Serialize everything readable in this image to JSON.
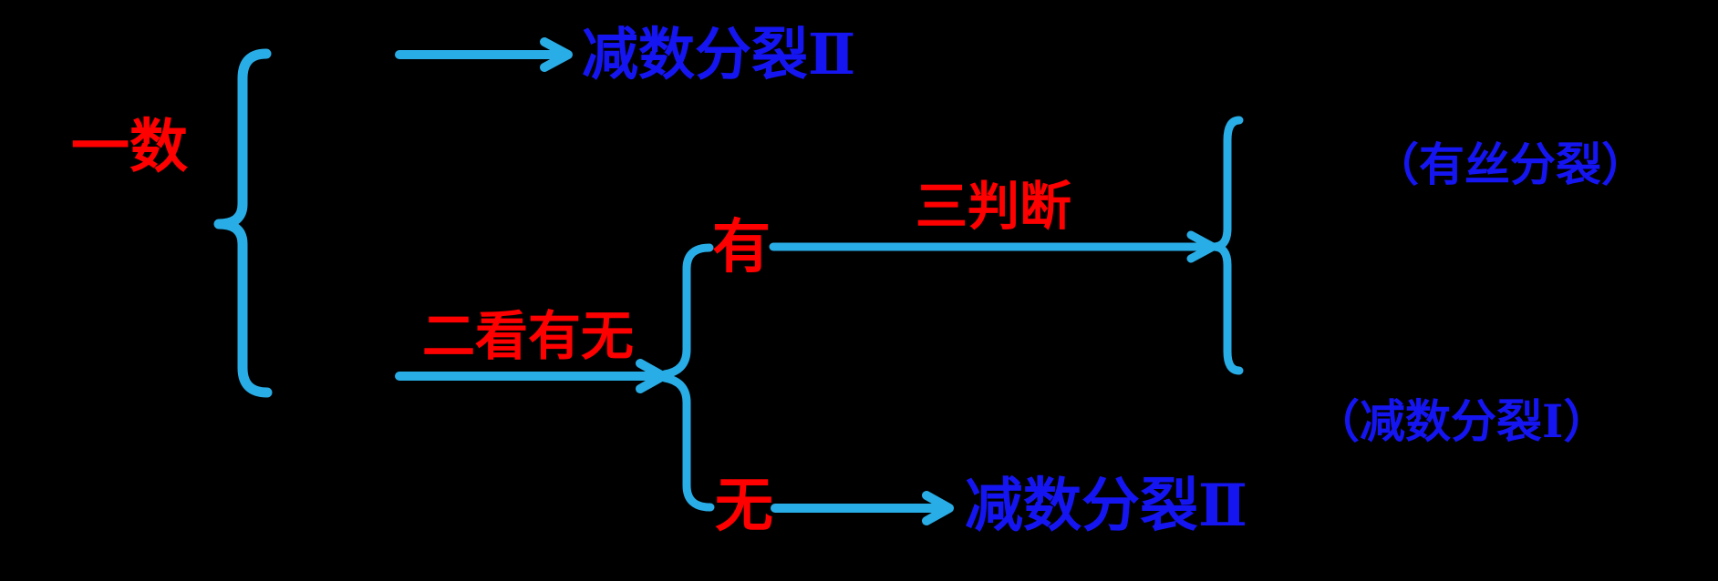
{
  "colors": {
    "bg": "#000000",
    "line": "#29ADE6",
    "red": "#FF0000",
    "blue": "#1515F2"
  },
  "labels": {
    "step_one": "一数",
    "result_top": "减数分裂Ⅱ",
    "step_two": "二看有无",
    "branch_has": "有",
    "step_three": "三判断",
    "result_mitosis": "（有丝分裂）",
    "result_meiosis_one": "（减数分裂Ⅰ）",
    "branch_none": "无",
    "result_bottom": "减数分裂Ⅱ"
  }
}
